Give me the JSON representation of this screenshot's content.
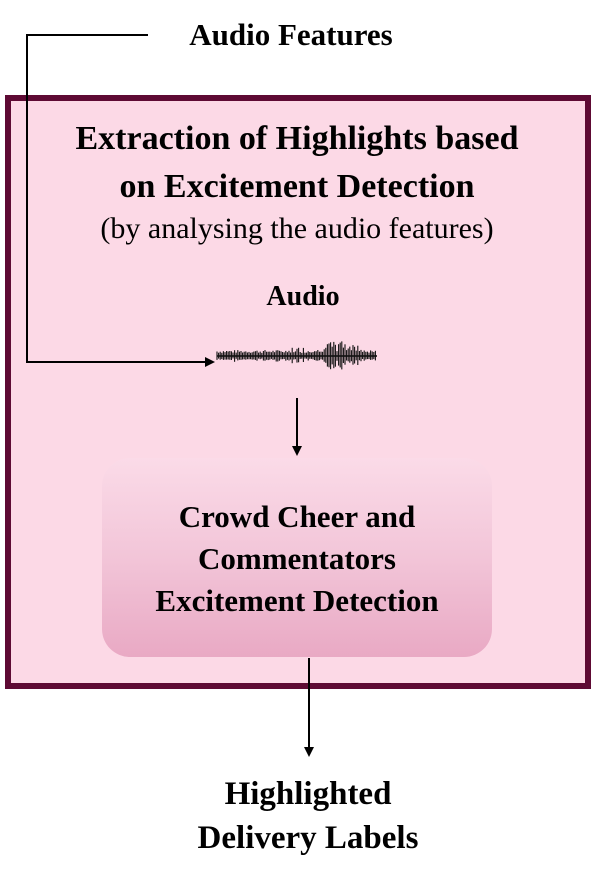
{
  "input": {
    "label": "Audio Features"
  },
  "main_box": {
    "title_line1": "Extraction of Highlights based",
    "title_line2": "on Excitement Detection",
    "subtitle": "(by analysing the audio features)"
  },
  "audio": {
    "label": "Audio",
    "icon": "waveform-icon"
  },
  "detection": {
    "line1": "Crowd Cheer and",
    "line2": "Commentators",
    "line3": "Excitement Detection"
  },
  "output": {
    "line1": "Highlighted",
    "line2": "Delivery Labels"
  },
  "colors": {
    "box_fill": "#fcd9e6",
    "box_border": "#5e0a34",
    "detect_top": "#fbdbe8",
    "detect_bottom": "#e9a9c4"
  }
}
